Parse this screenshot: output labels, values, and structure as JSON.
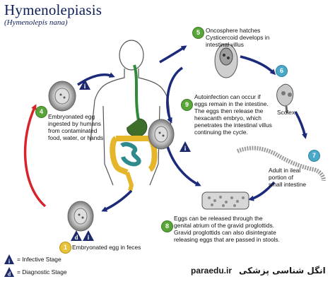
{
  "title": "Hymenolepiasis",
  "subtitle": "(Hymenolepis nana)",
  "stages": {
    "s1": {
      "number": "1",
      "text": "Embryonated egg in feces"
    },
    "s4": {
      "number": "4",
      "lines": [
        "Embryonated egg",
        "ingested by humans",
        "from contaminated",
        "food, water, or hands"
      ]
    },
    "s5": {
      "number": "5",
      "lines": [
        "Oncosphere hatches",
        "Cysticercoid develops in",
        "intestinal villus"
      ]
    },
    "s6": {
      "number": "6",
      "text": "Scolex"
    },
    "s7": {
      "number": "7",
      "lines": [
        "Adult in ileal",
        "portion of",
        "small intestine"
      ]
    },
    "s8": {
      "number": "8",
      "lines": [
        "Eggs can be released through the",
        "genital atrium of the gravid proglottids.",
        "Gravid proglottids can also disintegrate",
        "releasing eggs that are passed in stools."
      ]
    },
    "s9": {
      "number": "9",
      "lines": [
        "Autoinfection can occur if",
        "eggs remain in the intestine.",
        "The eggs then release the",
        "hexacanth embryo, which",
        "penetrates the intestinal villus",
        "continuing the cycle."
      ]
    }
  },
  "legend": {
    "infective_letter": "i",
    "infective": "= Infective Stage",
    "diagnostic_letter": "d",
    "diagnostic": "= Diagnostic Stage"
  },
  "badges": {
    "i": "i",
    "d": "d"
  },
  "watermark": {
    "latin": "paraedu.ir",
    "persian": "انگل شناسی پزشکی"
  },
  "colors": {
    "arrow_blue": "#1b2a7a",
    "arrow_red": "#d8232a",
    "badge_navy": "#1c2a6b",
    "intestine_yellow": "#e5b52a",
    "intestine_green": "#3d6e2a",
    "intestine_teal": "#2e8a8c",
    "esophagus_green": "#2f8a3a"
  }
}
